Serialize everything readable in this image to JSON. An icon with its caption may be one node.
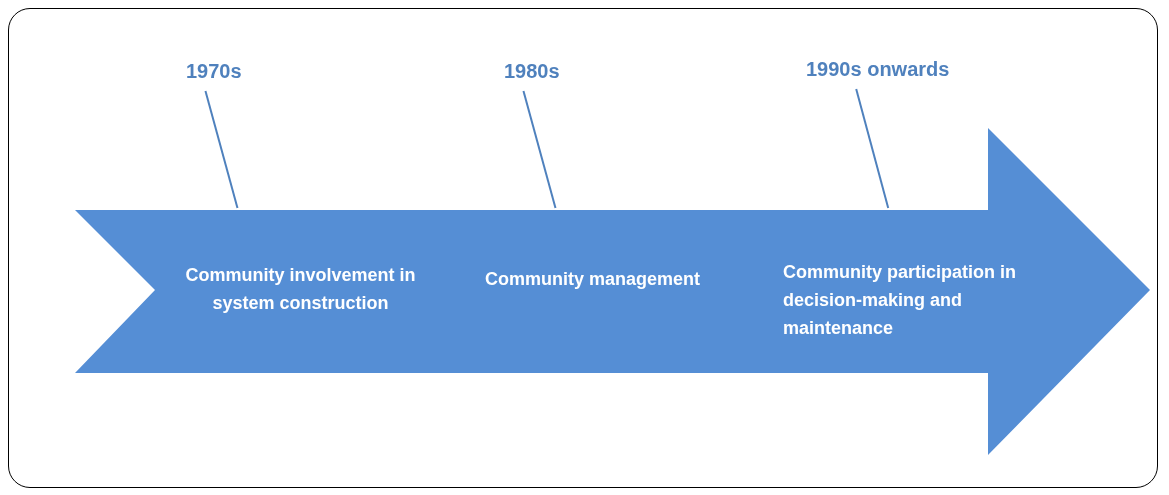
{
  "diagram": {
    "nodes": [
      {
        "text": [
          "Community involvement in system construction",
          "Community management",
          "Community participation in decision-making and maintenance"
        ]
      },
      {
        "text": [
          "1970s"
        ]
      },
      {
        "text": [
          "1980s"
        ]
      },
      {
        "text": [
          "1990s onwards"
        ]
      }
    ],
    "edges": [
      {
        "from": 1,
        "to": 0,
        "arrow": "none"
      },
      {
        "from": 2,
        "to": 0,
        "arrow": "none"
      },
      {
        "from": 3,
        "to": 0,
        "arrow": "none"
      }
    ]
  }
}
